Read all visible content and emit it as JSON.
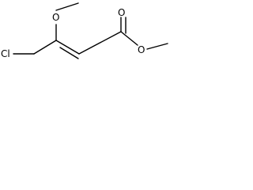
{
  "molecule": {
    "atoms": {
      "chlorine": "Cl",
      "methoxy_oxygen": "O",
      "carbonyl_oxygen": "O",
      "ester_oxygen": "O"
    },
    "colors": {
      "bond": "#000000",
      "label": "#000000",
      "background": "#ffffff"
    }
  }
}
